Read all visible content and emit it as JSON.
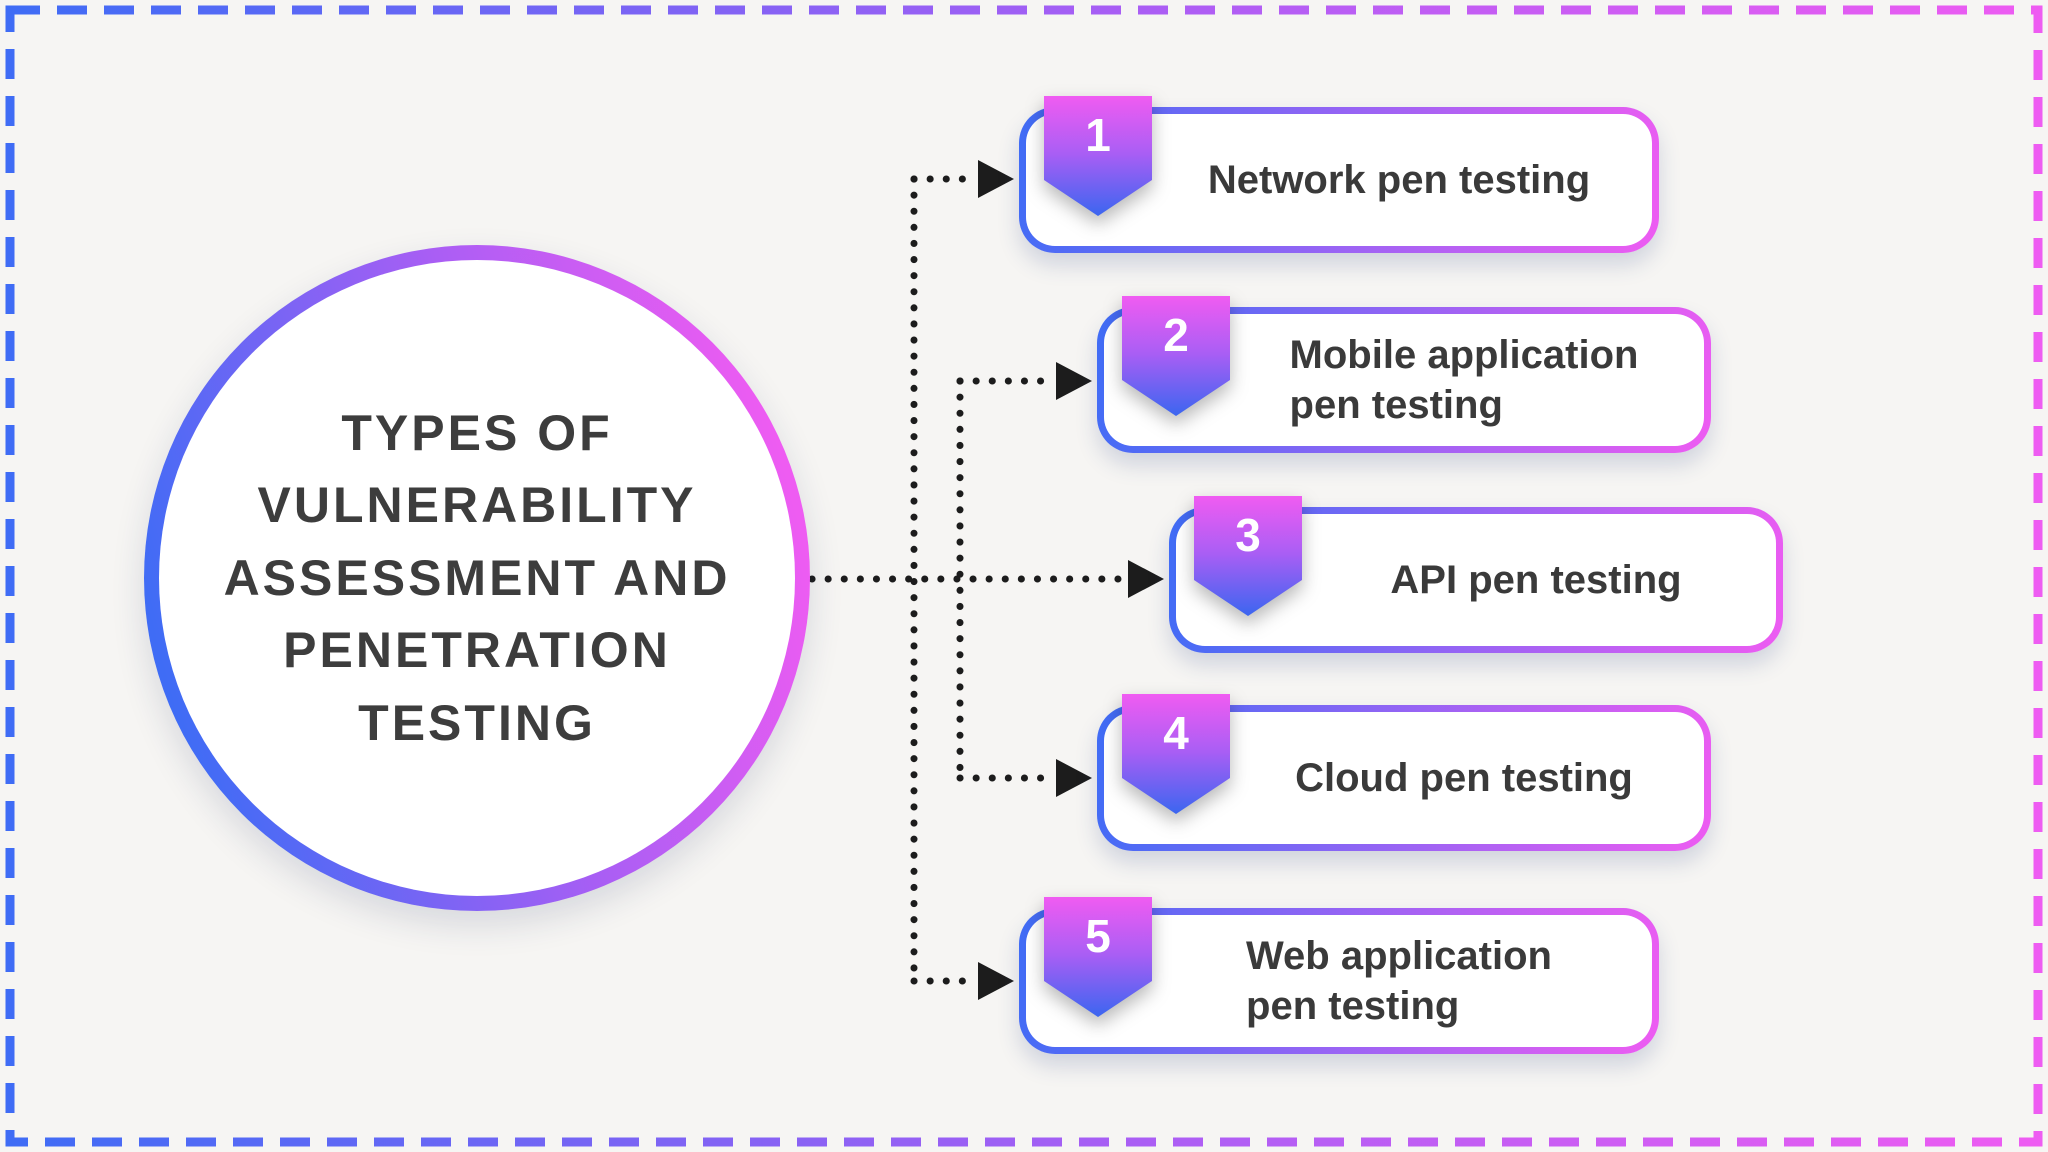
{
  "title": "TYPES OF\nVULNERABILITY\nASSESSMENT AND\nPENETRATION\nTESTING",
  "items": [
    {
      "number": "1",
      "label": "Network pen testing"
    },
    {
      "number": "2",
      "label": "Mobile application\npen testing"
    },
    {
      "number": "3",
      "label": "API pen testing"
    },
    {
      "number": "4",
      "label": "Cloud pen testing"
    },
    {
      "number": "5",
      "label": "Web application\npen testing"
    }
  ],
  "colors": {
    "gradient_blue": "#3f6cf5",
    "gradient_purple": "#a95ef4",
    "gradient_pink": "#ee5cf2",
    "text_dark": "#3a3a3a",
    "connector_black": "#1c1c1c",
    "background": "#f6f5f3",
    "card_fill": "#ffffff"
  }
}
